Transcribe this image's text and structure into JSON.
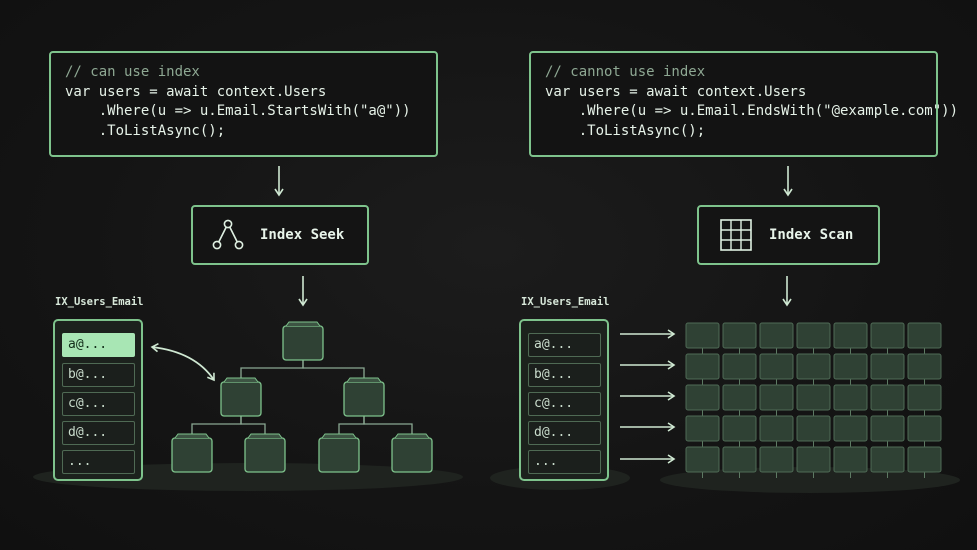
{
  "left_panel": {
    "code_lines": [
      "// can use index",
      "var users = await context.Users",
      "    .Where(u => u.Email.StartsWith(\"a@\"))",
      "    .ToListAsync();"
    ],
    "operation_label": "Index Seek",
    "operation_icon": "tree-icon",
    "index_title": "IX_Users_Email",
    "index_rows": [
      "a@...",
      "b@...",
      "c@...",
      "d@...",
      "..."
    ],
    "highlighted_row": 0
  },
  "right_panel": {
    "code_lines": [
      "// cannot use index",
      "var users = await context.Users",
      "    .Where(u => u.Email.EndsWith(\"@example.com\"))",
      "    .ToListAsync();"
    ],
    "operation_label": "Index Scan",
    "operation_icon": "grid-icon",
    "index_title": "IX_Users_Email",
    "index_rows": [
      "a@...",
      "b@...",
      "c@...",
      "d@...",
      "..."
    ]
  },
  "colors": {
    "background": "#141414",
    "accent": "#7ec38c",
    "highlight": "#a8e6b4",
    "block_fill": "#2f4134"
  }
}
